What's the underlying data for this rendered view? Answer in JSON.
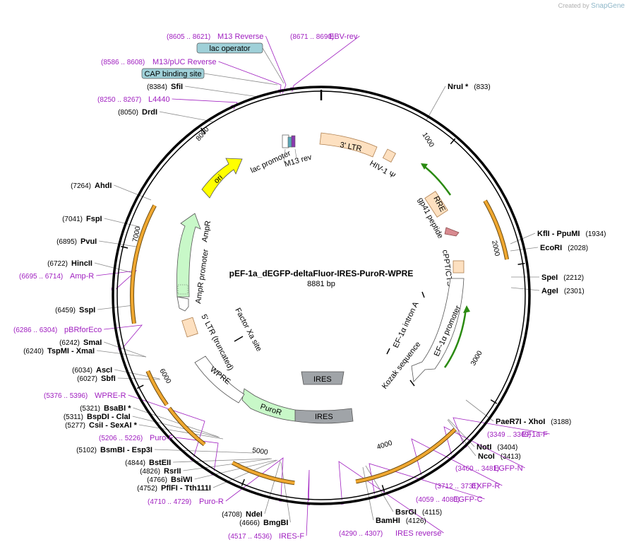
{
  "credit": {
    "prefix": "Created by",
    "brand": "SnapGene"
  },
  "plasmid": {
    "name": "pEF-1a_dEGFP-deltaFluor-IRES-PuroR-WPRE",
    "size": "8881 bp",
    "length": 8881
  },
  "ticks": [
    {
      "label": "1000",
      "pos": 1000
    },
    {
      "label": "2000",
      "pos": 2000
    },
    {
      "label": "3000",
      "pos": 3000
    },
    {
      "label": "4000",
      "pos": 4000
    },
    {
      "label": "5000",
      "pos": 5000
    },
    {
      "label": "6000",
      "pos": 6000
    },
    {
      "label": "7000",
      "pos": 7000
    },
    {
      "label": "8000",
      "pos": 8000
    }
  ],
  "enzymes": [
    {
      "name": "NruI *",
      "pos": "(833)",
      "bp": 833,
      "side": "R"
    },
    {
      "name": "KflI - PpuMI",
      "pos": "(1934)",
      "bp": 1934,
      "side": "R"
    },
    {
      "name": "EcoRI",
      "pos": "(2028)",
      "bp": 2028,
      "side": "R"
    },
    {
      "name": "SpeI",
      "pos": "(2212)",
      "bp": 2212,
      "side": "R"
    },
    {
      "name": "AgeI",
      "pos": "(2301)",
      "bp": 2301,
      "side": "R"
    },
    {
      "name": "PaeR7I - XhoI",
      "pos": "(3188)",
      "bp": 3188,
      "side": "R"
    },
    {
      "name": "NotI",
      "pos": "(3404)",
      "bp": 3404,
      "side": "R"
    },
    {
      "name": "NcoI",
      "pos": "(3413)",
      "bp": 3413,
      "side": "R"
    },
    {
      "name": "BsrGI",
      "pos": "(4115)",
      "bp": 4115,
      "side": "R"
    },
    {
      "name": "BamHI",
      "pos": "(4126)",
      "bp": 4126,
      "side": "R"
    },
    {
      "name": "BmgBI",
      "pos": "(4666)",
      "bp": 4666,
      "side": "L"
    },
    {
      "name": "NdeI",
      "pos": "(4708)",
      "bp": 4708,
      "side": "L"
    },
    {
      "name": "PflFI - Tth111I",
      "pos": "(4752)",
      "bp": 4752,
      "side": "L"
    },
    {
      "name": "BsiWI",
      "pos": "(4766)",
      "bp": 4766,
      "side": "L"
    },
    {
      "name": "RsrII",
      "pos": "(4826)",
      "bp": 4826,
      "side": "L"
    },
    {
      "name": "BstEII",
      "pos": "(4844)",
      "bp": 4844,
      "side": "L"
    },
    {
      "name": "BsmBI - Esp3I",
      "pos": "(5102)",
      "bp": 5102,
      "side": "L"
    },
    {
      "name": "CsiI - SexAI *",
      "pos": "(5277)",
      "bp": 5277,
      "side": "L"
    },
    {
      "name": "BspDI - ClaI",
      "pos": "(5311)",
      "bp": 5311,
      "side": "L"
    },
    {
      "name": "BsaBI *",
      "pos": "(5321)",
      "bp": 5321,
      "side": "L"
    },
    {
      "name": "SbfI",
      "pos": "(6027)",
      "bp": 6027,
      "side": "L"
    },
    {
      "name": "AscI",
      "pos": "(6034)",
      "bp": 6034,
      "side": "L"
    },
    {
      "name": "TspMI - XmaI",
      "pos": "(6240)",
      "bp": 6240,
      "side": "L"
    },
    {
      "name": "SmaI",
      "pos": "(6242)",
      "bp": 6242,
      "side": "L"
    },
    {
      "name": "SspI",
      "pos": "(6459)",
      "bp": 6459,
      "side": "L"
    },
    {
      "name": "HincII",
      "pos": "(6722)",
      "bp": 6722,
      "side": "L"
    },
    {
      "name": "PvuI",
      "pos": "(6895)",
      "bp": 6895,
      "side": "L"
    },
    {
      "name": "FspI",
      "pos": "(7041)",
      "bp": 7041,
      "side": "L"
    },
    {
      "name": "AhdI",
      "pos": "(7264)",
      "bp": 7264,
      "side": "L"
    },
    {
      "name": "DrdI",
      "pos": "(8050)",
      "bp": 8050,
      "side": "L"
    },
    {
      "name": "SfiI",
      "pos": "(8384)",
      "bp": 8384,
      "side": "L"
    }
  ],
  "primers": [
    {
      "name": "M13 Reverse",
      "range": "(8605 .. 8621)",
      "bp": 8613
    },
    {
      "name": "EBV-rev",
      "range": "(8671 .. 8690)",
      "bp": 8680
    },
    {
      "name": "M13/pUC Reverse",
      "range": "(8586 .. 8608)",
      "bp": 8597
    },
    {
      "name": "L4440",
      "range": "(8250 .. 8267)",
      "bp": 8258
    },
    {
      "name": "EF1a-F",
      "range": "(3349 .. 3369)",
      "bp": 3359
    },
    {
      "name": "EGFP-N",
      "range": "(3460 .. 3481)",
      "bp": 3470
    },
    {
      "name": "EXFP-R",
      "range": "(3712 .. 3731)",
      "bp": 3721
    },
    {
      "name": "EGFP-C",
      "range": "(4059 .. 4080)",
      "bp": 4069
    },
    {
      "name": "IRES reverse",
      "range": "(4290 .. 4307)",
      "bp": 4298
    },
    {
      "name": "IRES-F",
      "range": "(4517 .. 4536)",
      "bp": 4526
    },
    {
      "name": "Puro-R",
      "range": "(4710 .. 4729)",
      "bp": 4719
    },
    {
      "name": "Puro-F",
      "range": "(5206 .. 5226)",
      "bp": 5216
    },
    {
      "name": "WPRE-R",
      "range": "(5376 .. 5396)",
      "bp": 5386
    },
    {
      "name": "pBRforEco",
      "range": "(6286 .. 6304)",
      "bp": 6295
    },
    {
      "name": "Amp-R",
      "range": "(6695 .. 6714)",
      "bp": 6704
    }
  ],
  "boxed_features": [
    {
      "name": "lac operator",
      "bp": 8640
    },
    {
      "name": "CAP binding site",
      "bp": 8560
    }
  ],
  "features": {
    "ltr3": "3' LTR",
    "hiv": "HIV-1 Ψ",
    "rre": "RRE",
    "gp41": "gp41 peptide",
    "cppt": "cPPT/CTS",
    "ef1_intron": "EF-1α intron A",
    "ef1_promoter": "EF-1α promoter",
    "kozak": "Kozak sequence",
    "ires_inner": "IRES",
    "ires_outer": "IRES",
    "puror": "PuroR",
    "wpre": "WPRE",
    "ltr5": "5' LTR (truncated)",
    "factor_xa": "Factor Xa site",
    "ampr_promoter": "AmpR promoter",
    "ampr": "AmpR",
    "ori": "ori",
    "lac_promoter": "lac promoter",
    "m13rev": "M13 rev"
  },
  "colors": {
    "primer": "#a020c0",
    "orf": "#f0a830",
    "ltr": "#fde0c0",
    "green_arrow": "#c8f8c8",
    "ires": "#a0a4a8",
    "ori": "#ffff00",
    "boxed": "#9fd0d8"
  }
}
